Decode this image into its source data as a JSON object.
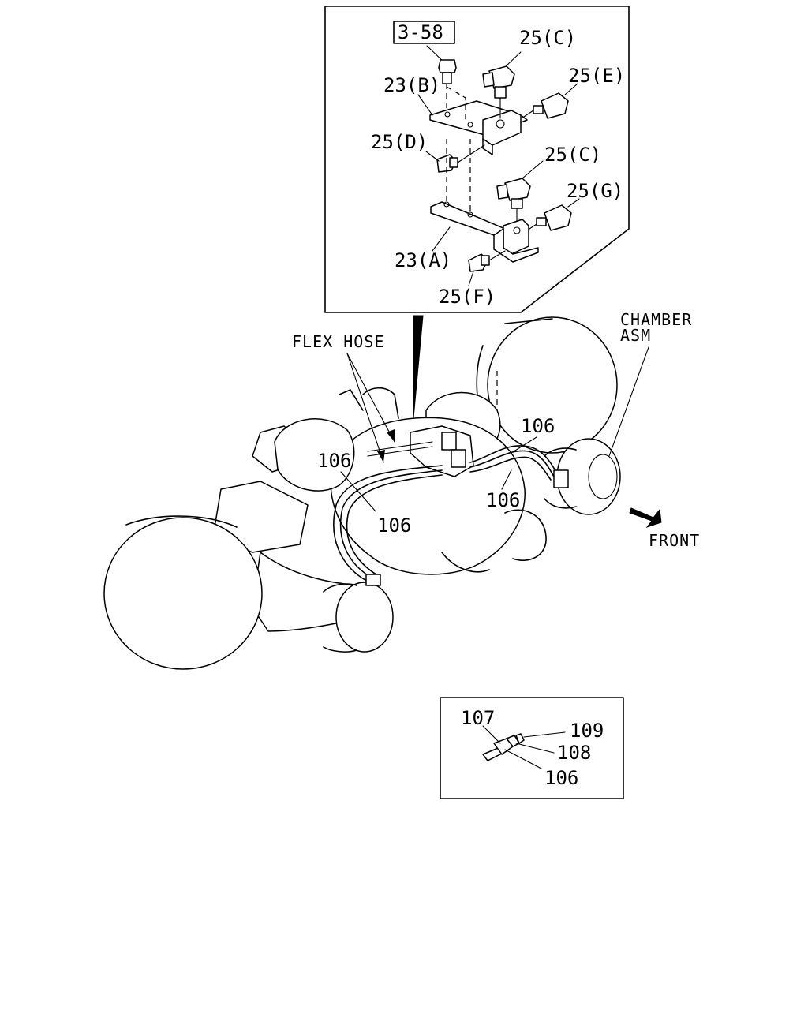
{
  "callouts": {
    "ref_box": "3-58",
    "c1": "25(C)",
    "e": "25(E)",
    "b": "23(B)",
    "d": "25(D)",
    "c2": "25(C)",
    "g": "25(G)",
    "a": "23(A)",
    "f": "25(F)",
    "flex_hose": "FLEX HOSE",
    "chamber_line1": "CHAMBER",
    "chamber_line2": "ASM",
    "hose_106_a": "106",
    "hose_106_b": "106",
    "hose_106_c": "106",
    "hose_106_d": "106",
    "front": "FRONT",
    "d107": "107",
    "d109": "109",
    "d108": "108",
    "d106": "106"
  }
}
